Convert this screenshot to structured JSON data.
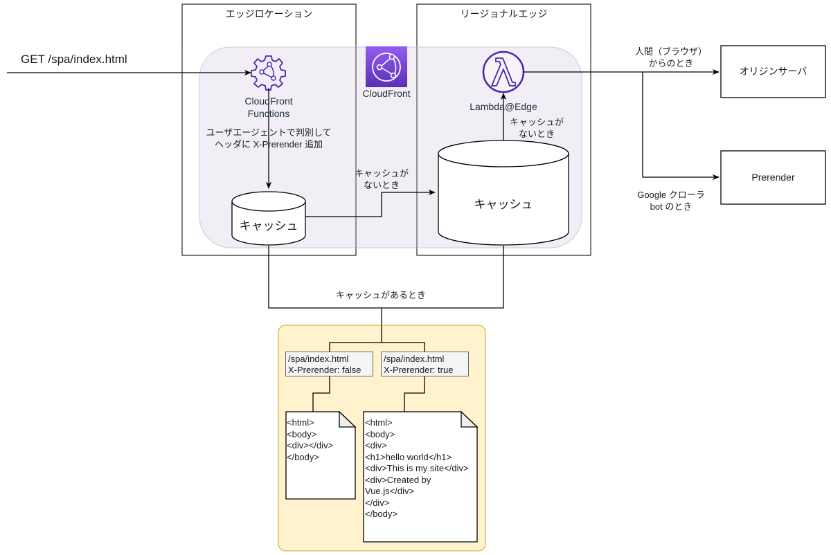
{
  "request": {
    "label": "GET /spa/index.html"
  },
  "zones": {
    "edge_location": {
      "title": "エッジロケーション"
    },
    "regional_edge": {
      "title": "リージョナルエッジ"
    }
  },
  "cloudfront": {
    "label": "CloudFront",
    "color": "#8C4FFF",
    "region_fill": "#EFECF3",
    "region_stroke": "#D6CFE3"
  },
  "cloudfront_functions": {
    "label": "CloudFront\nFunctions",
    "note": "ユーザエージェントで判別して\nヘッダに X-Prerender 追加",
    "icon_color": "#4D27AA"
  },
  "lambda_edge": {
    "label": "Lambda@Edge",
    "icon_color": "#4D27AA"
  },
  "edge_cache": {
    "label": "キャッシュ"
  },
  "regional_cache": {
    "label": "キャッシュ"
  },
  "edges": {
    "edge_to_regional": "キャッシュが\nないとき",
    "regional_to_lambda": "キャッシュが\nないとき",
    "cache_hit": "キャッシュがあるとき",
    "human": "人間（ブラウザ）\nからのとき",
    "bot": "Google クローラ\nbot のとき"
  },
  "targets": {
    "origin": "オリジンサーバ",
    "prerender": "Prerender"
  },
  "cache_store": {
    "fill": "#FFF2CC",
    "stroke": "#D6B656",
    "entries": [
      {
        "key": "/spa/index.html\nX-Prerender: false",
        "document": "<html>\n<body>\n<div></div>\n</body>"
      },
      {
        "key": "/spa/index.html\nX-Prerender: true",
        "document": "<html>\n<body>\n<div>\n<h1>hello world</h1>\n<div>This is my site</div>\n<div>Created by\nVue.js</div>\n</div>\n</body>"
      }
    ]
  }
}
